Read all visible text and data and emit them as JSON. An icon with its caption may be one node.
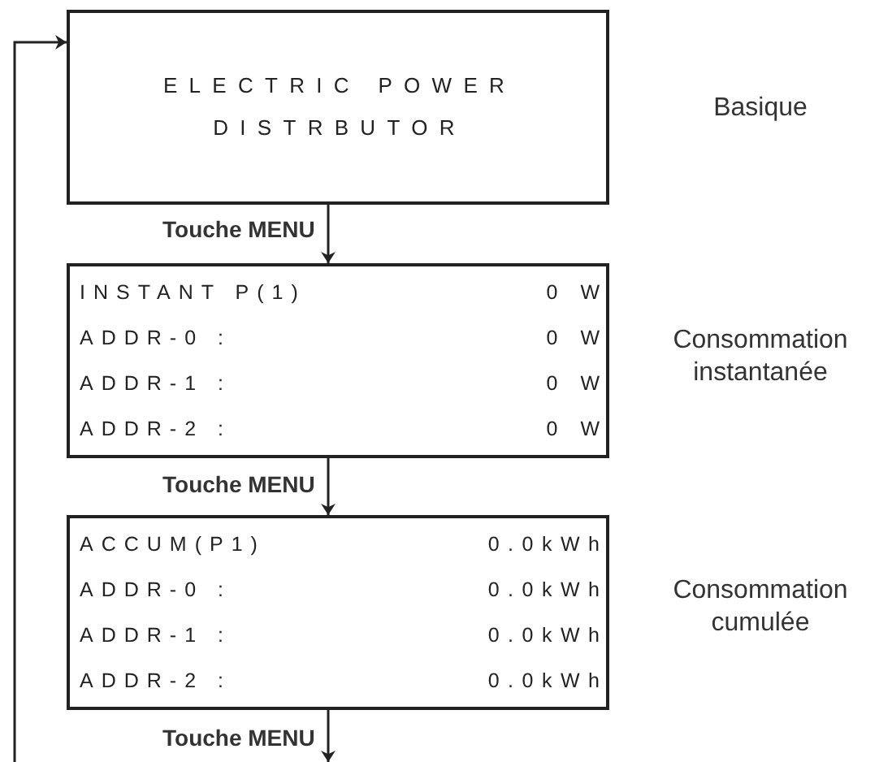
{
  "diagram": {
    "nodes": [
      {
        "text": [
          "ELECTRIC POWER DISTRBUTOR"
        ]
      },
      {
        "text": [
          "INSTANT P(1)",
          "0 W",
          "ADDR-0 :",
          "0 W",
          "ADDR-1 :",
          "0 W",
          "ADDR-2 :",
          "0 W"
        ],
        "beside": [
          "Consommation instantanée"
        ]
      },
      {
        "text": [
          "ACCUM(P1)",
          "0.0kWh",
          "ADDR-0 :",
          "0.0kWh",
          "ADDR-1 :",
          "0.0kWh",
          "ADDR-2 :",
          "0.0kWh"
        ],
        "beside": [
          "Consommation cumulée"
        ]
      }
    ],
    "edges": [
      {
        "from": 0,
        "to": 1,
        "arrow": "to",
        "label": "Touche MENU"
      },
      {
        "from": 1,
        "to": 2,
        "arrow": "to",
        "label": "Touche MENU"
      },
      {
        "from": 2,
        "to": null,
        "arrow": "to",
        "label": "Touche MENU"
      },
      {
        "from": null,
        "to": 0,
        "arrow": "to"
      }
    ],
    "labels": [
      "Basique"
    ]
  }
}
